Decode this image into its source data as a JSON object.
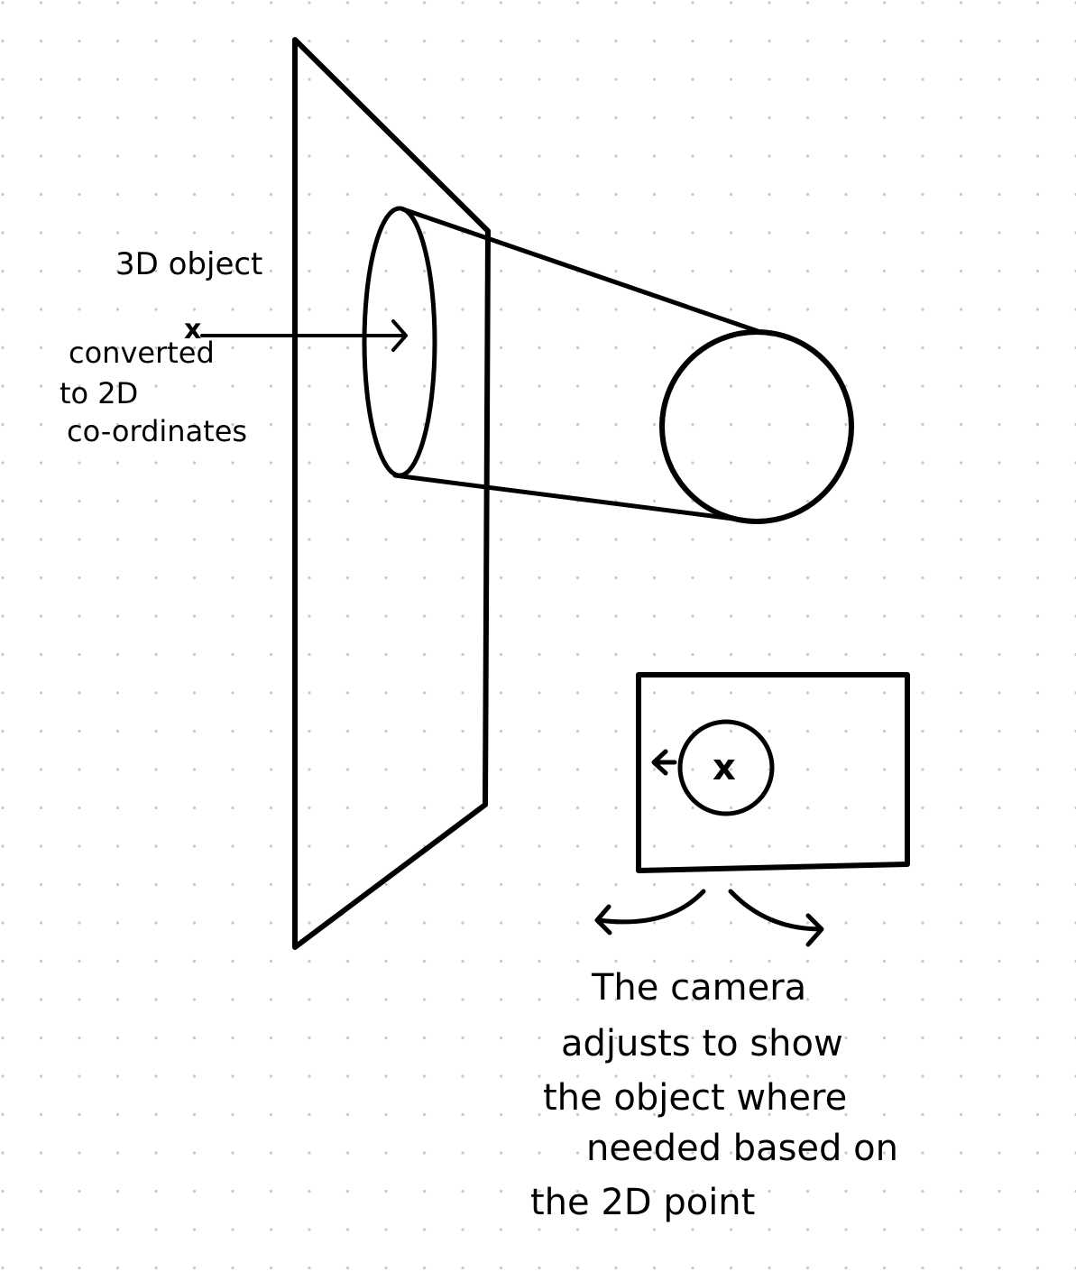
{
  "labels": {
    "object_label": "3D object",
    "conversion_note": [
      "converted",
      "to 2D",
      "co-ordinates"
    ],
    "point_mark": "x",
    "frame_center_mark": "x",
    "camera_note": [
      "The camera",
      "adjusts to show",
      "the object where",
      "needed based on",
      "the 2D point"
    ]
  },
  "colors": {
    "ink": "#000000",
    "background": "#ffffff",
    "grid_dot": "#c8c8c8"
  },
  "icons": {
    "conversion_arrow": "arrow-right",
    "frame_arrow": "arrow-left",
    "camera_pan_arrows": "curved-arrows-left-right"
  }
}
